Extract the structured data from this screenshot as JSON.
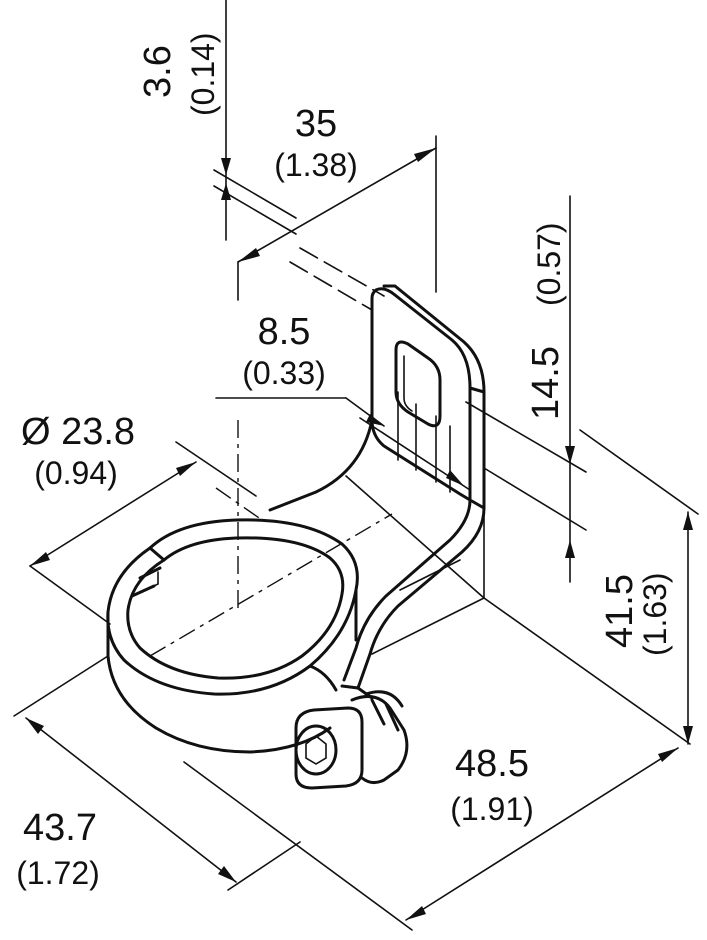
{
  "dimensions": {
    "d3_6": {
      "value": "3.6",
      "inch": "(0.14)"
    },
    "d35": {
      "value": "35",
      "inch": "(1.38)"
    },
    "d8_5": {
      "value": "8.5",
      "inch": "(0.33)"
    },
    "d14_5": {
      "value": "14.5",
      "inch": "(0.57)"
    },
    "dia": {
      "value": "Ø 23.8",
      "inch": "(0.94)"
    },
    "d41_5": {
      "value": "41.5",
      "inch": "(1.63)"
    },
    "d48_5": {
      "value": "48.5",
      "inch": "(1.91)"
    },
    "d43_7": {
      "value": "43.7",
      "inch": "(1.72)"
    }
  },
  "colors": {
    "line": "#111111",
    "background": "#ffffff"
  }
}
